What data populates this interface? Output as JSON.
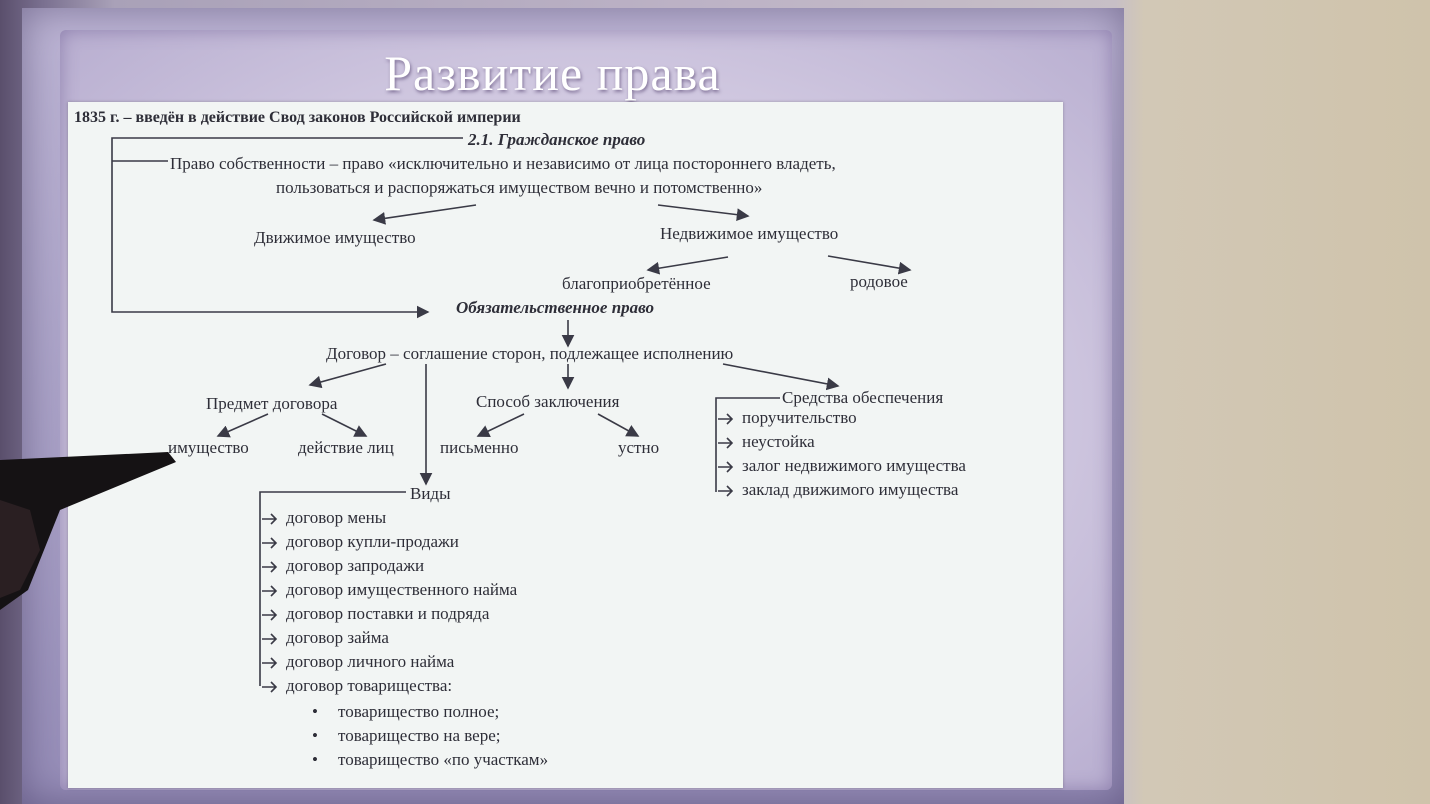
{
  "slide": {
    "title": "Развитие права",
    "header": "1835 г. – введён в действие Свод законов Российской империи",
    "civil_law_heading": "2.1. Гражданское право",
    "ownership_line1": "Право собственности – право «исключительно и независимо от лица постороннего владеть,",
    "ownership_line2": "пользоваться и распоряжаться имуществом вечно и потомственно»",
    "movable": "Движимое имущество",
    "immovable": "Недвижимое имущество",
    "acquired": "благоприобретённое",
    "ancestral": "родовое",
    "obligation_law": "Обязательственное право",
    "contract_def": "Договор – соглашение сторон, подлежащее исполнению",
    "subject": "Предмет договора",
    "subject_property": "имущество",
    "subject_action": "действие лиц",
    "conclusion": "Способ заключения",
    "written": "письменно",
    "oral": "устно",
    "security": {
      "heading": "Средства обеспечения",
      "items": [
        "поручительство",
        "неустойка",
        "залог недвижимого имущества",
        "заклад движимого имущества"
      ]
    },
    "types": {
      "heading": "Виды",
      "items": [
        "договор мены",
        "договор купли-продажи",
        "договор запродажи",
        "договор имущественного найма",
        "договор поставки и подряда",
        "договор займа",
        "договор личного найма",
        "договор товарищества:"
      ],
      "partnership": [
        "товарищество полное;",
        "товарищество на вере;",
        "товарищество «по участкам»"
      ]
    }
  },
  "colors": {
    "line": "#3a3a46",
    "panel": "#f2f5f4",
    "frame": "#b8aed0",
    "title": "#ffffff"
  }
}
